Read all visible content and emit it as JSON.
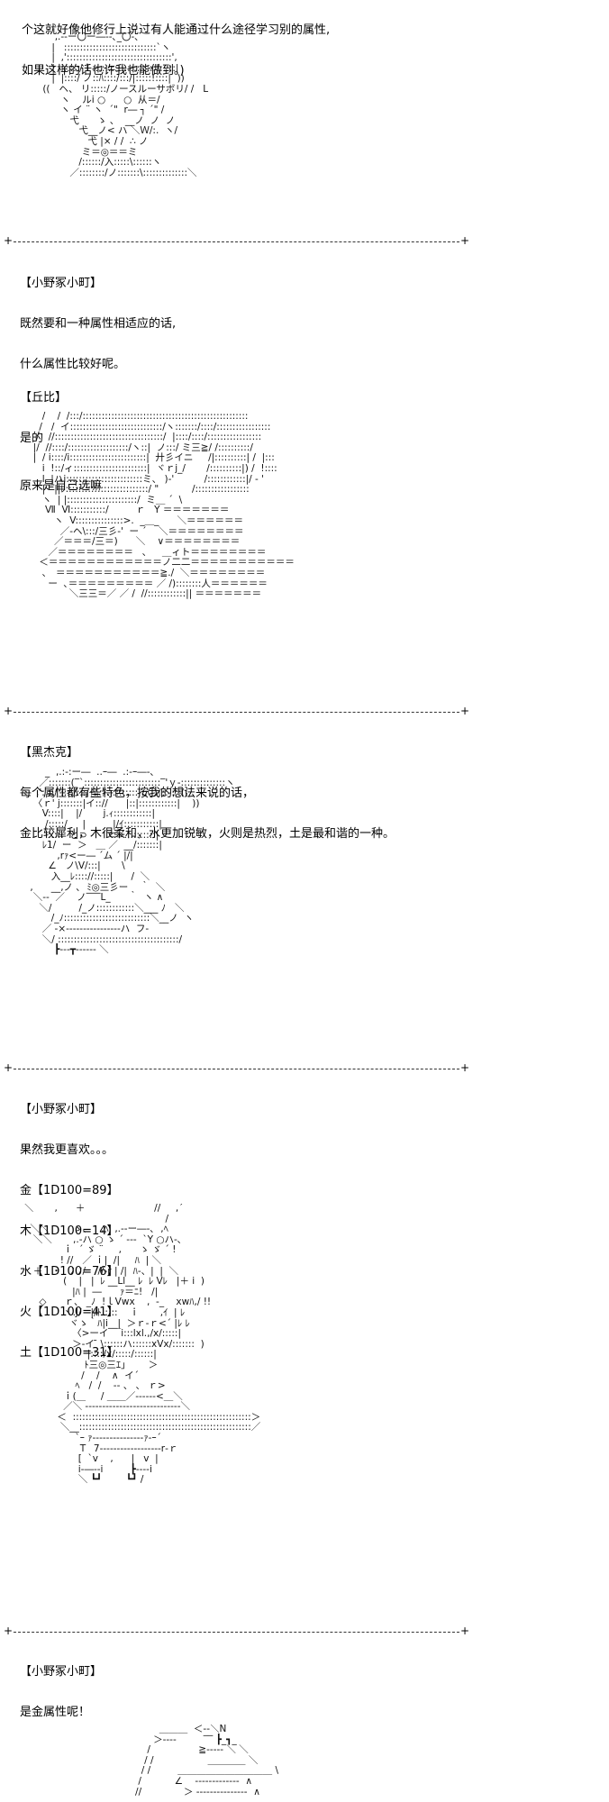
{
  "intro": {
    "lines": [
      "个这就好像他修行上说过有人能通过什么途径学习别的属性,",
      "如果这样的话也许我也能做到。)"
    ]
  },
  "dialogue": [
    {
      "speaker": "【小野冢小町】",
      "lines": [
        "既然要和一种属性相适应的话,",
        "什么属性比较好呢。",
        "",
        "",
        "原来是自己选嘛"
      ]
    },
    {
      "speaker": "【丘比】",
      "lines": [
        "是的"
      ]
    },
    {
      "speaker": "【黑杰克】",
      "lines": [
        "每个属性都有些特色，按我的想法来说的话，",
        "金比较犀利，木很柔和，水更加锐敏，火则是热烈，土是最和谐的一种。"
      ]
    },
    {
      "speaker": "【小野冢小町】",
      "lines": [
        "果然我更喜欢。。。",
        "金【1D100=89】",
        "木【1D100=14】",
        "水【1D100=76】",
        "火【1D100=41】",
        "土【1D100=31】"
      ]
    },
    {
      "speaker": "【小野冢小町】",
      "lines": [
        "是金属性呢！"
      ]
    }
  ],
  "divider": {
    "glyph": "+"
  },
  "art": {
    "komachi_top": "     ,.-‐ー〇ー―‐-､_〇-､\n    |   :::::::::::::::::::::::::::::`ヽ\n    |  ,':::::::::::::::::::::::::::::::::',\n    |  i:::::/ｉ::::::::::::::::::::!:::::|\n    |  |::::/ ノ::ﾊ::::/:::/|:::::!::::|  ))\n ((   ヘ、 リ:::::/ノースルーサボリ/ /   L\n       ヽ    ルi ○      ○  从＝/\n       ヽ イ ¨ ヽ  ´\"  r― ┐ ´\" /\n          弋      ゝ 、  __ノ  ノ  ノ\n             弋__ノ< ハ ＼Ｗ/:.  ヽ/\n                弋 |× / /  ∴ ノ\n              ミ＝◎＝＝ミ\n             /::::::/入:::::\\::::::ヽ\n          ／::::::::/ノ:::::::\\::::::::::::::＼",
    "kyubey": "        /    /  /:::/::::::::::::::::::::::::::::::::::::::::::::::::::::\n       /   /  イ:::::::::::::::::::::::::::::/ヽ:::::::/::::/:::::::::::::::::\n      /   //::::::::::::::::::::::::::::::::::/  |::::/::::/:::::::::::::::::\n     |/  //::::/:::::::::::::::::::/ヽ::|  ノ:::/ ミ三≧/ /::::::::::/\n     |  / i::::/i::::::::::::::::::::::::|  廾彡イニ     /|::::::::::| /  |:::\n        i  !::/ィ:::::::::::::::::::::::|  ヾｒj_/       /::::::::::|) /  !::::\n        l  |ハi::::::::::::::::::::::::ミ、 )‐'          /::::::::::::|/ ‐ '\n        |   ||ﾚ::::::::::::::::::::::::::/ \"           /:::::::::::::::::\n        ヽ  | |::::::::::::::::::::::/  ミ＿ ´  \\\n         Ⅶ  Ⅵ:::::::::::/         ｒ   Y ＝＝＝＝＝＝＝\n            ヽ  V:::::::::::::::>.  _＿_      ＼＝＝＝＝＝＝\n              ／‐ヘ\\:::/三彡‐'  ー ´    ＼＝＝＝＝＝＝＝＝\n            ／＝＝＝/三＝)      ＼    ∨＝＝＝＝＝＝＝＝\n          ／＝＝＝＝＝＝＝＝   ､     ＿ィト＝＝＝＝＝＝＝＝\n       ＜＝＝＝＝＝＝＝＝＝＝＝＝ノ二二＝＝＝＝＝＝＝＝＝＝＝\n        ､   ＝＝＝＝＝＝＝＝＝＝＝≧./  ＼＝＝＝＝＝＝＝＝\n          ー  ､＝＝＝＝＝＝＝＝＝ ／ /)::::::::人＝＝＝＝＝＝\n                 ＼三三＝／ ／ /  //::::::::::::|| ＝＝＝＝＝＝＝",
    "blackjack": "         _  ,.:-:ー―  ..ｰ―  .:-ｰ―-､\n       ／:::::::(‾`::::::::::::::::::::::::‾'ｙ-::::::::::::::ヽ\n      ,': ::/ ::::/:::/ｲﾑ.ｧ.::::::::::::〇ｲ::-:::((\n     〈ｒ' j:::::::|イ:://      |::|::::::::::::|    ))\n        V::::|    |/       j.ｨ::::::::::::|\n         /:::::/     |         |/ｲ:::::::::::|\n         i:::::  と⊃       ⊂⊃.:::::::::|\n        ﾚ1/  ー  ＞   ＿ ／  __/:::::::|\n             ,rｧ<ー― ´ム ´ |/|\n          ∠   ノ\\V/:::|       \\\n           入__ﾚ:::://:::::|      /  ＼\n    ,      __,ノ ､  ﾐ◎三彡ー    ｀  ＼\n     ＼‐‐  ／    ノ‾‾‾L_      ｀  ヽ ∧\n       ＼/         /_ノ::::::::::::＼___ ﾉ   ＼\n           /_ﾉ:::::::::::::::::::::::::::＼__ノ  ヽ\n        ／ ‐×‐‐‐‐‐‐‐‐‐‐‐‐‐‐‐‐ハ  フ‐\n        ＼/ ::::::::::::::::::::::::::::::::::::::/\n            ┣‐‐‐┳‐‐‐‐‐‐ ＼",
    "komachi_pose": "  ＼       ,      ＋                       //     ,´\n                                                 /\n    ＼＼        ゝ、   ,ﾍ  ,.-‐ー―-､  ,ﾍ\n     ＼＼       ,.-ハ ○ ゝ ´ ‐‐‐  `Y ○ハ-､\n               ｉ  ´ ゞ ¨     ,      ゝ ゞ ´ !\n              ! //   ／ ｉ|  /|     ﾊ  | ＼\n     ＋   ・   ﾉ ﾉ/    //‐r | /|  ﾊ‐、|  |  ＼\n               (    |   |  ﾚ __Ll__ ﾚ  ﾚ Vﾚ   |＋ i  )\n                  |ﾊ |  ―      ｧ＝ﾆ!   /|\n       ◇      ｒ、 _ﾉ  !ｌVwx    ,  -_    xwﾊ,/ !!\n               ヽ.J/   |/ﾄ:::::    ｉ       ,ｲ  | ﾚ\n                 ヾゝ｀ﾊ|i__|  ＞ｒ‐ｒ<´ |ﾚ ﾚ\n                  〈>ーイ ￣i:::lxl.,/x/:::::|\n                  ＞‐イ ̄ \\::::::ハ::::::xVx/:::::::  )\n                       |::::/x/:::::/::::::|\n                      ﾄ三◎三ｴ」      ＞\n                     /    /    ∧  イ´\n                   ﾍ   /  /    ‐‐ 、 、 ｒ>\n               ｉ(＿     / ＿＿／‐‐‐‐‐‐<＿＼\n               ／＼ ‐‐‐‐‐‐‐‐‐‐‐‐‐‐‐‐‐‐‐‐‐‐‐‐‐‐‐‐＼\n             ＜  ::::::::::::::::::::::::::::::::::::::::::::::::::::::::＞\n              ＼__::::::::::::::::::::::::::::::::::::::::::::::::::::::／\n                   `ｰ ｧ‐‐‐‐‐‐‐‐‐‐‐‐‐‐‐ｧ‐ｰ´\n                    Ｔ  7‐‐‐‐‐‐‐‐‐‐‐‐‐‐‐‐‐‐r‐ｒ\n                    [  `v    ,      |   v  |\n                    i‐―‐‐i         ┣‐‐‐‐i\n                    ＼ ┗┛        ┗┛ /",
    "komachi_bottom": "                    ＿＿＿  ＜‐‐＼N\n                  ＞‐‐‐‐         ‾‾ ┣_┓_\n                /                ≧‐‐‐‐‐ ＼ ＼\n               / /                  ＿＿＿＿ ＼\n              / /         ＿＿＿＿＿＿＿＿＿＿ \\\n             /           ∠    ‐‐‐‐‐‐‐‐‐‐‐‐‐  ∧\n            //              ＞ ‐‐‐‐‐‐‐‐‐‐‐‐‐‐‐  ∧"
  }
}
